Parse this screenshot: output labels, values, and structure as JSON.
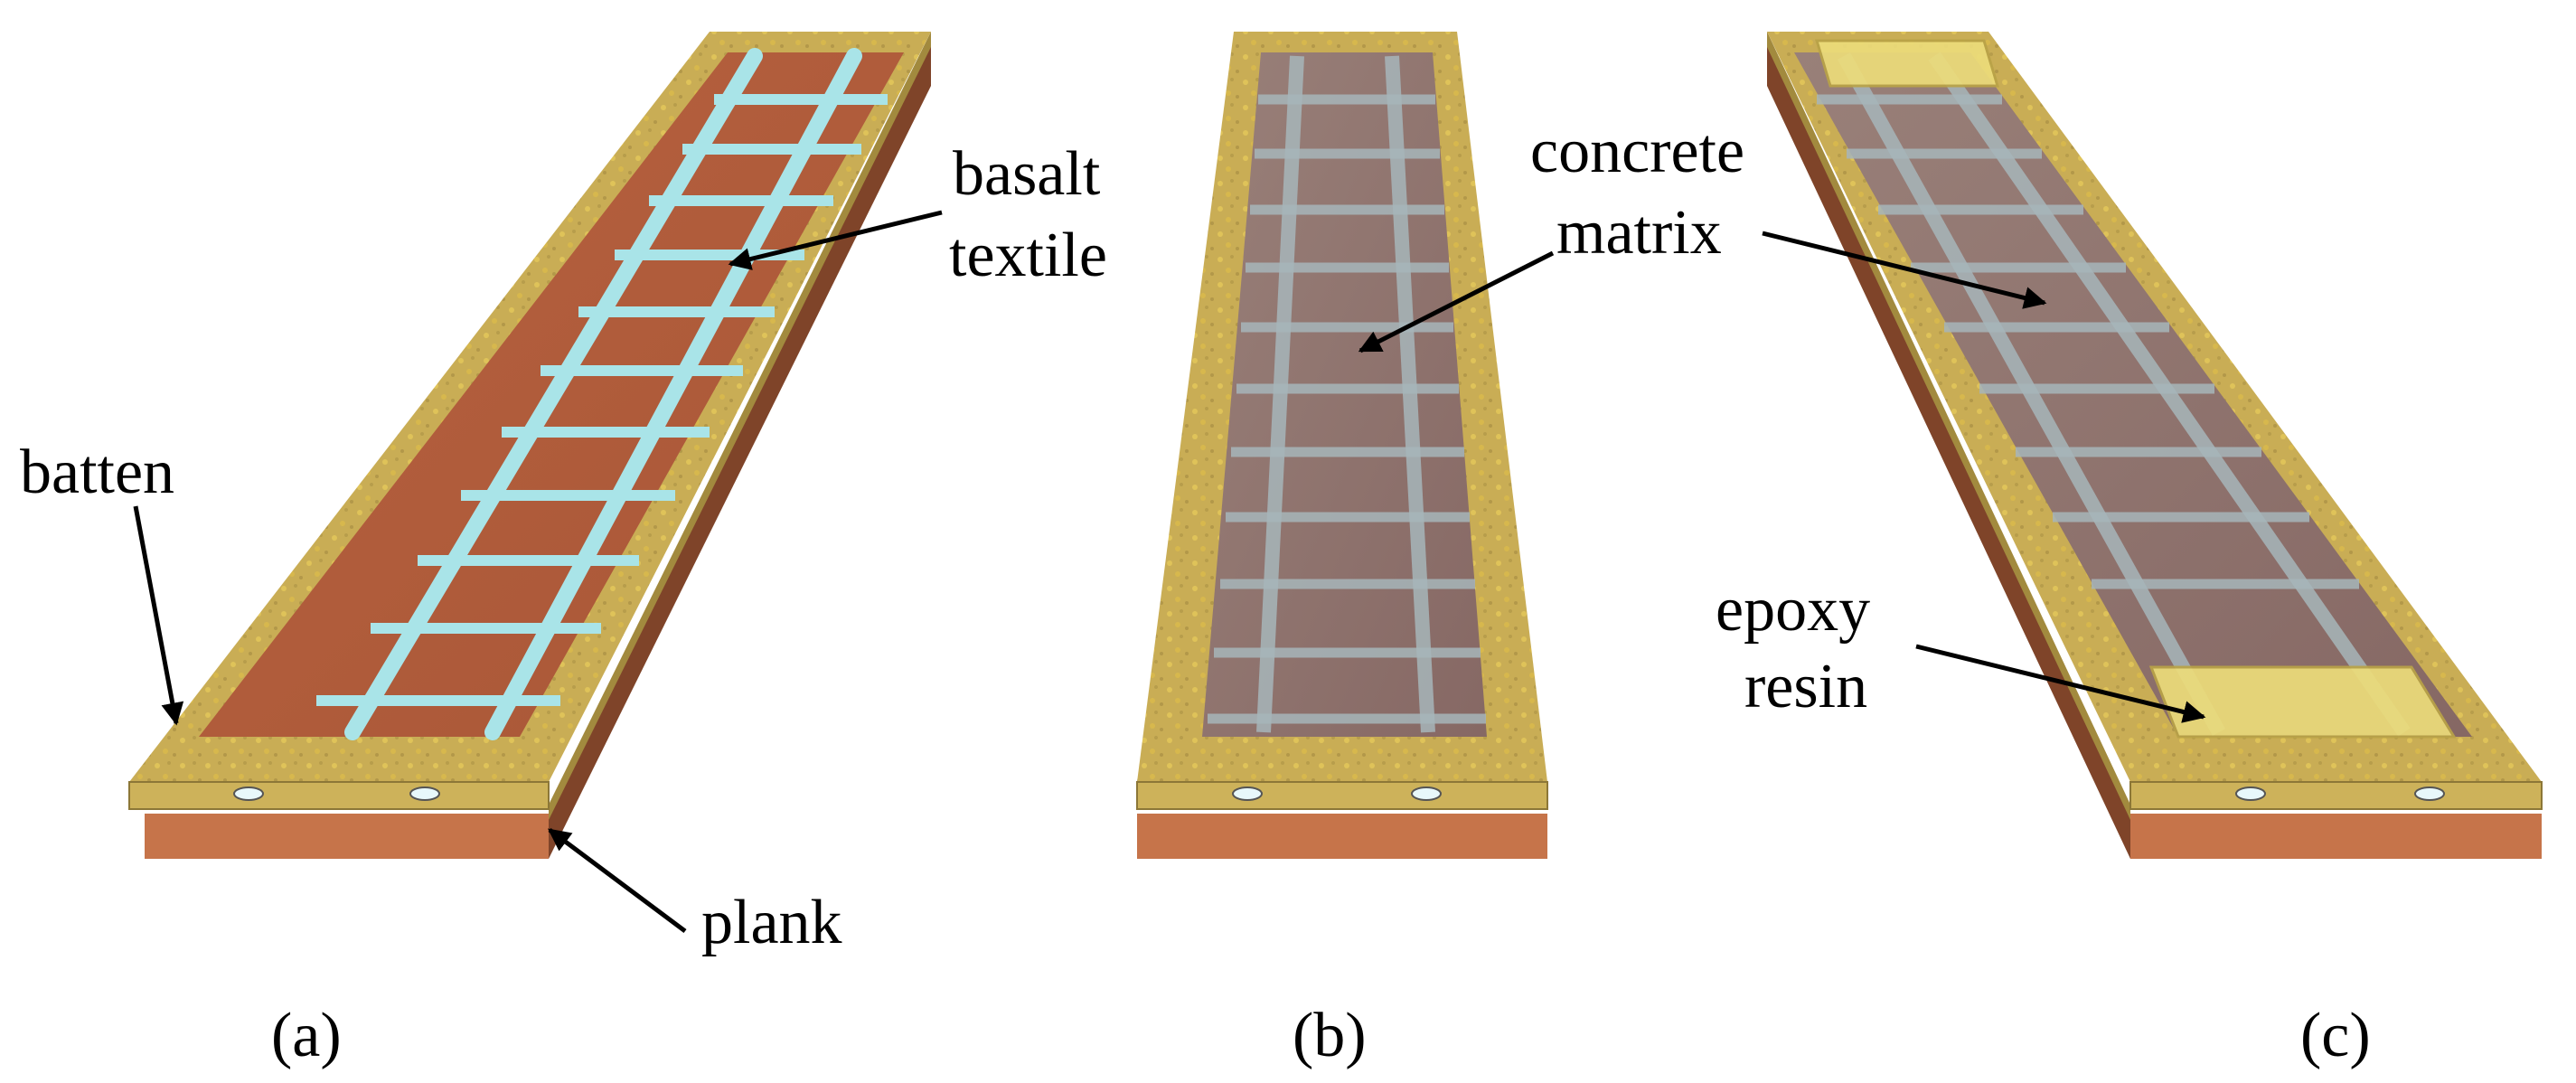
{
  "labels": {
    "basalt": [
      "basalt",
      "textile"
    ],
    "concrete": [
      "concrete",
      "matrix"
    ],
    "batten": "batten",
    "plank": "plank",
    "epoxy": [
      "epoxy",
      "resin"
    ]
  },
  "captions": [
    "(a)",
    "(b)",
    "(c)"
  ],
  "colors": {
    "batten": "#c9ad55",
    "batten_side": "#a28a3e",
    "plank": "#c8744a",
    "plank_dark": "#8a4a2e",
    "basalt": "#a9e4e8",
    "concrete": "#8f716c",
    "concrete_grid": "#a7b6ba",
    "epoxy": "#ecdc7a"
  }
}
